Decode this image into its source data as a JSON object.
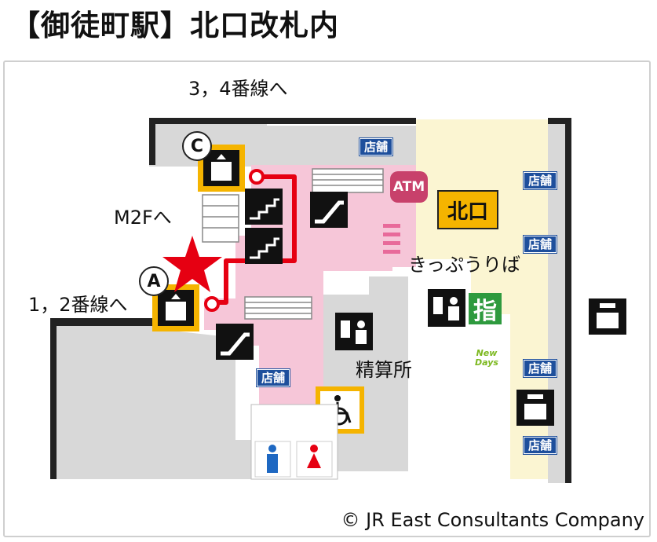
{
  "title": "【御徒町駅】北口改札内",
  "labels": {
    "tracks_34": "3，4番線へ",
    "tracks_12": "1，2番線へ",
    "m2f": "M2Fへ",
    "kippu": "きっぷうりば",
    "seisanjo": "精算所",
    "kitakuchi": "北口",
    "atm": "ATM",
    "yubi": "指",
    "newdays": "New Days"
  },
  "markers": {
    "a": "A",
    "c": "C"
  },
  "shops": [
    "店舗",
    "店舗",
    "店舗",
    "店舗",
    "店舗",
    "店舗"
  ],
  "icons": [
    "elevator-icon",
    "stairs-icon",
    "escalator-icon",
    "ticket-machine-icon",
    "fare-adjustment-icon",
    "accessible-toilet-icon",
    "mens-toilet-icon",
    "womens-toilet-icon",
    "coin-locker-icon",
    "current-location-star-icon"
  ],
  "colors": {
    "concourse_pink": "#f6c6d8",
    "north_area_yellow": "#fbf5d2",
    "route_red": "#e60012",
    "marker_orange": "#f5b400",
    "shop_blue": "#1e4f9c",
    "wall_gray": "#d8d8d8"
  },
  "copyright": "© JR East Consultants Company"
}
